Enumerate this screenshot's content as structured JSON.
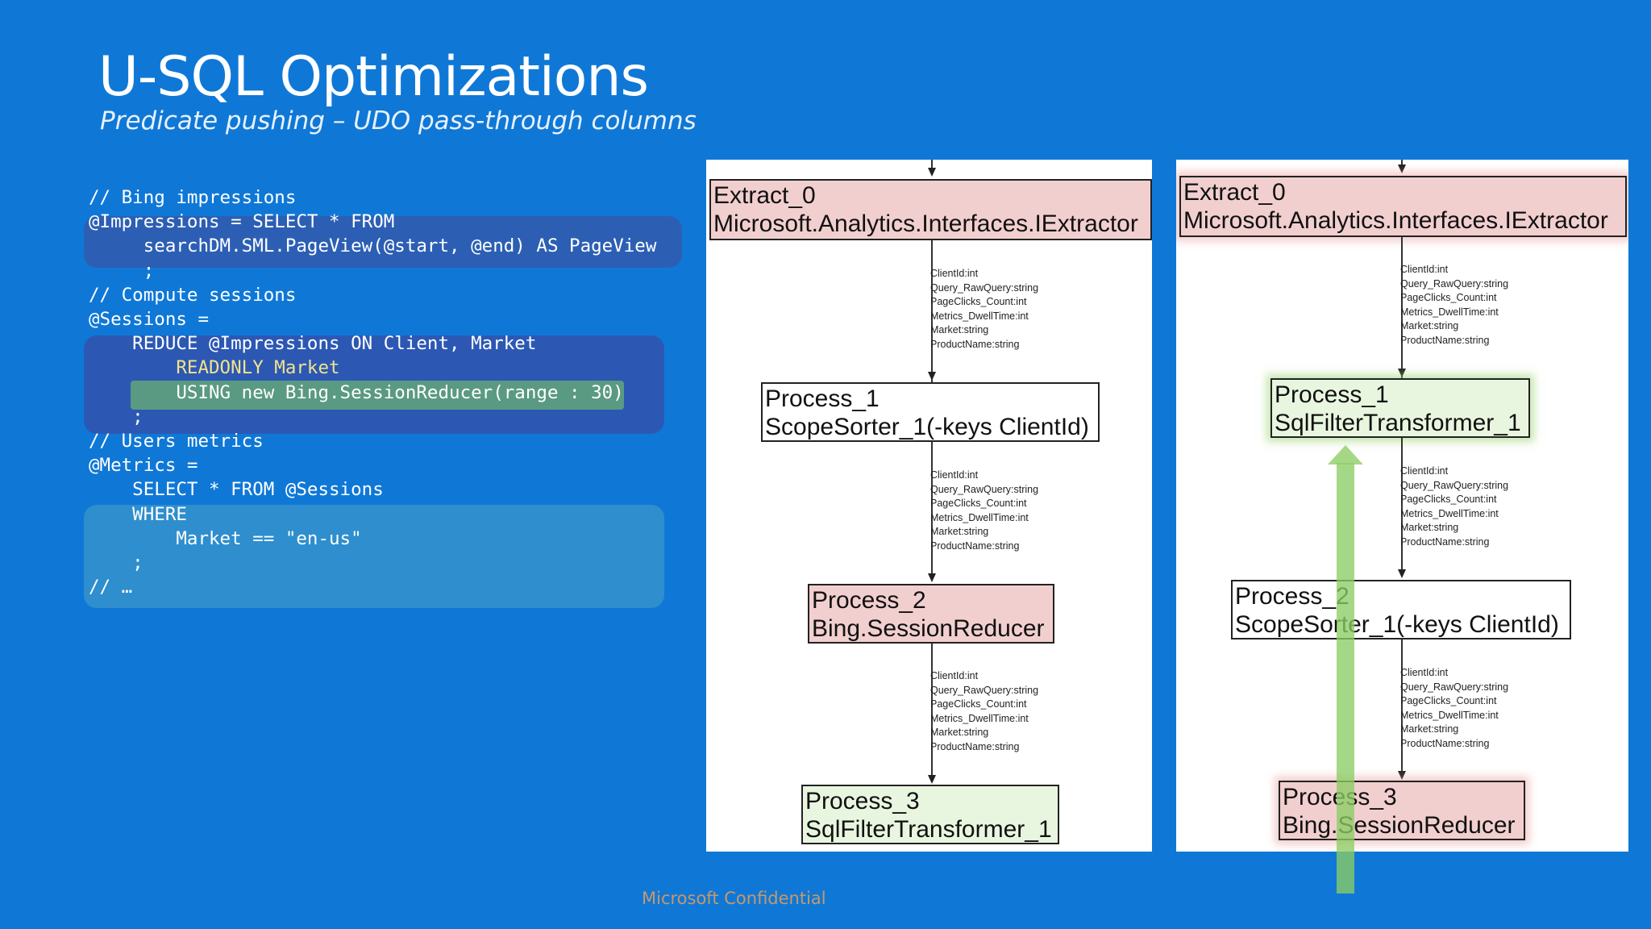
{
  "slide": {
    "title": "U-SQL Optimizations",
    "subtitle": "Predicate pushing – UDO pass-through columns",
    "footer": "Microsoft Confidential"
  },
  "code": {
    "lines": [
      "// Bing impressions",
      "@Impressions = SELECT * FROM",
      "     searchDM.SML.PageView(@start, @end) AS PageView",
      "     ;",
      "",
      "// Compute sessions",
      "@Sessions =",
      "    REDUCE @Impressions ON Client, Market",
      "        READONLY Market",
      "        USING new Bing.SessionReducer(range : 30)",
      "    ;",
      "",
      "// Users metrics",
      "@Metrics =",
      "    SELECT * FROM @Sessions",
      "    WHERE",
      "        Market == \"en-us\"",
      "    ;",
      "",
      "// …"
    ]
  },
  "columns": [
    "ClientId:int",
    "Query_RawQuery:string",
    "PageClicks_Count:int",
    "Metrics_DwellTime:int",
    "Market:string",
    "ProductName:string"
  ],
  "plan_before": {
    "nodes": [
      {
        "line1": "Extract_0",
        "line2": "Microsoft.Analytics.Interfaces.IExtractor"
      },
      {
        "line1": "Process_1",
        "line2": "ScopeSorter_1(-keys ClientId)"
      },
      {
        "line1": "Process_2",
        "line2": "Bing.SessionReducer"
      },
      {
        "line1": "Process_3",
        "line2": "SqlFilterTransformer_1"
      }
    ]
  },
  "plan_after": {
    "nodes": [
      {
        "line1": "Extract_0",
        "line2": "Microsoft.Analytics.Interfaces.IExtractor"
      },
      {
        "line1": "Process_1",
        "line2": "SqlFilterTransformer_1"
      },
      {
        "line1": "Process_2",
        "line2": "ScopeSorter_1(-keys ClientId)"
      },
      {
        "line1": "Process_3",
        "line2": "Bing.SessionReducer"
      }
    ]
  },
  "colors": {
    "background": "#0f78d7",
    "highlight_impressions": "#2c5fb4",
    "highlight_sessions": "#2c58b4",
    "highlight_readonly": "#5a9a82",
    "highlight_metrics": "#2e8ece",
    "udo_node": "#f2cfcf",
    "filter_node": "#e9f6df",
    "push_arrow": "#8ccd64"
  }
}
